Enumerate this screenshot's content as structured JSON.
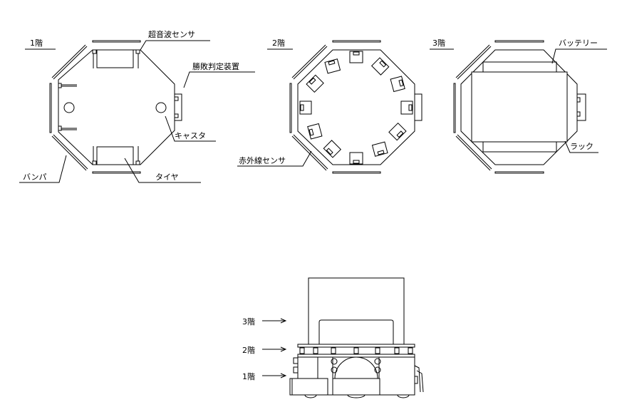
{
  "floor1": {
    "title": "1階",
    "labels": {
      "ultrasonic": "超音波センサ",
      "judge": "勝敗判定装置",
      "caster": "キャスタ",
      "tire": "タイヤ",
      "bumper": "バンパ"
    }
  },
  "floor2": {
    "title": "2階",
    "labels": {
      "infrared": "赤外線センサ"
    }
  },
  "floor3": {
    "title": "3階",
    "labels": {
      "battery": "バッテリー",
      "rack": "ラック"
    }
  },
  "side_view": {
    "labels": [
      "3階",
      "2階",
      "1階"
    ]
  },
  "colors": {
    "line": "#000000",
    "background": "#ffffff"
  }
}
